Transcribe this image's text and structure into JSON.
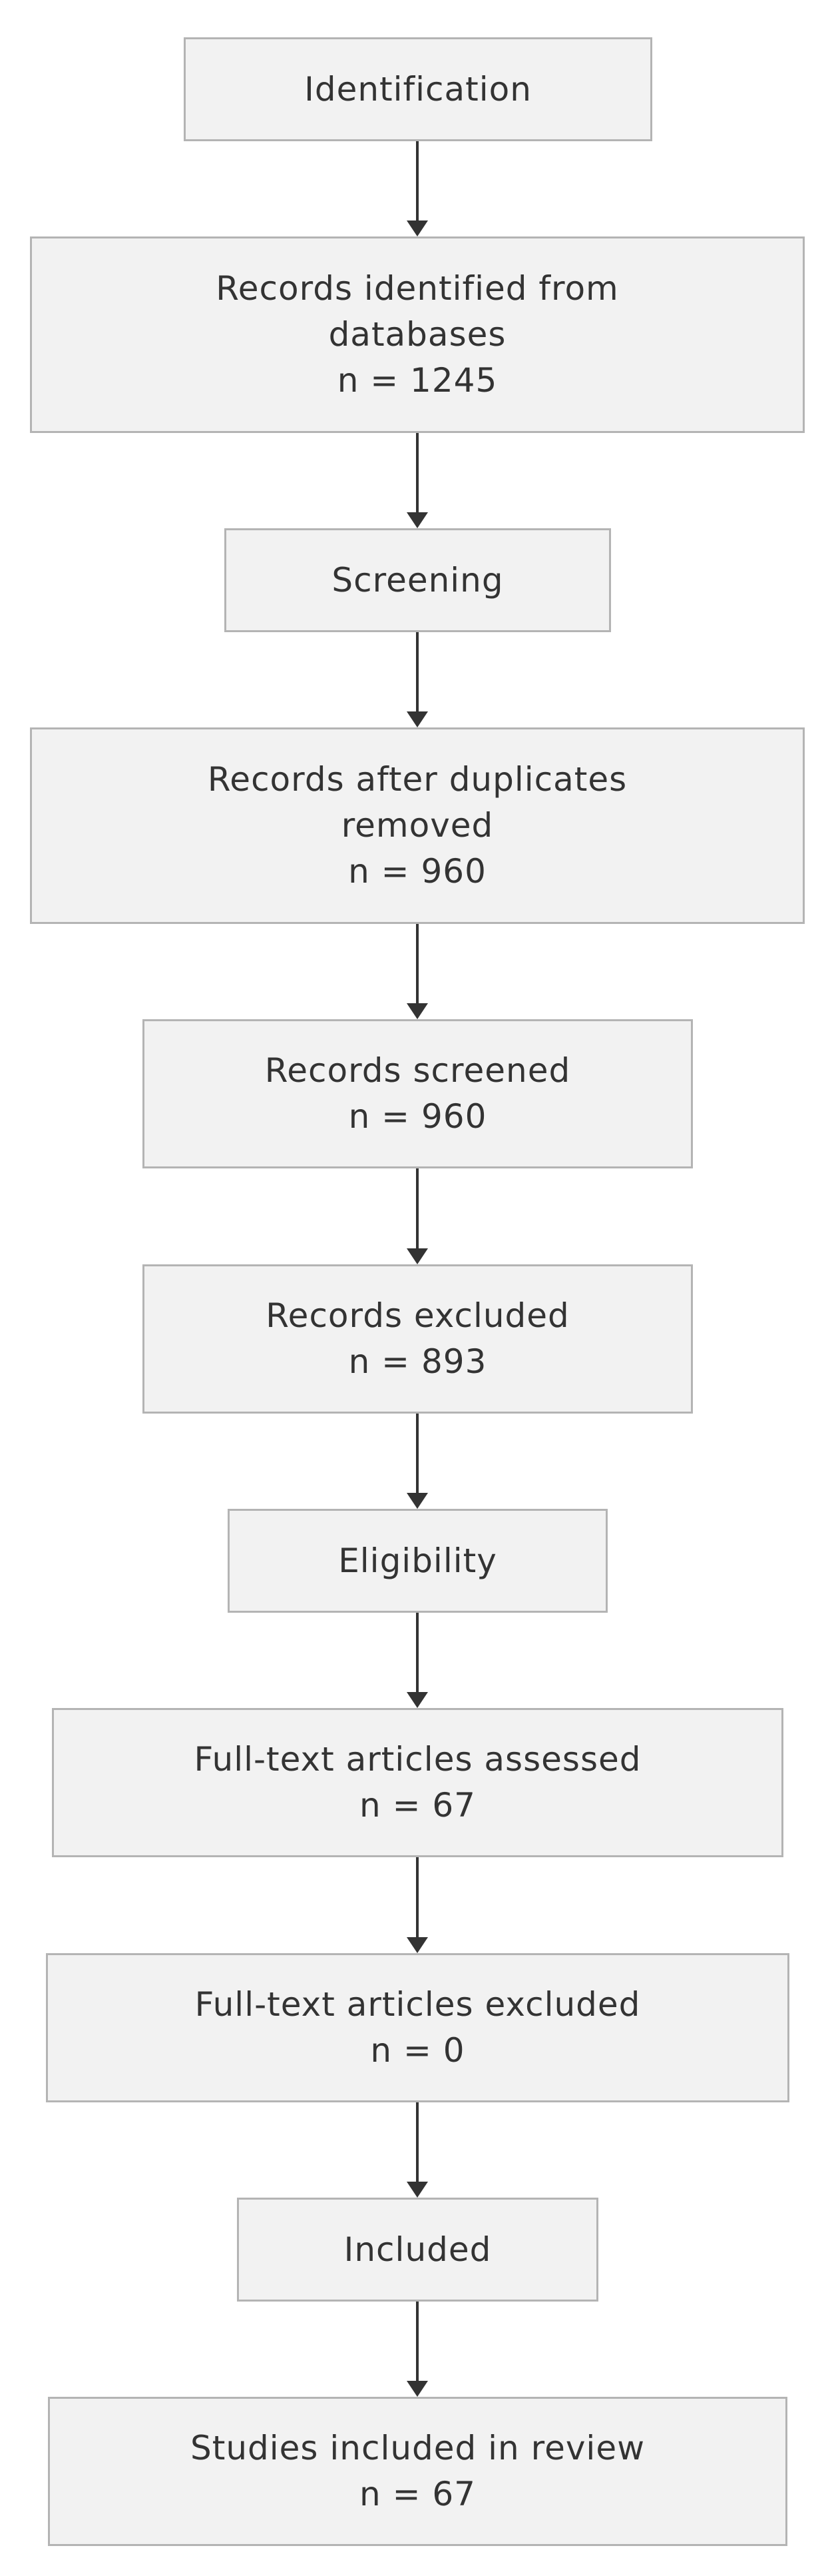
{
  "nodes": [
    {
      "id": "identification",
      "lines": [
        "Identification"
      ]
    },
    {
      "id": "records-identified",
      "lines": [
        "Records identified from",
        "databases",
        "n = 1245"
      ]
    },
    {
      "id": "screening",
      "lines": [
        "Screening"
      ]
    },
    {
      "id": "records-after-duplicates",
      "lines": [
        "Records after duplicates",
        "removed",
        "n = 960"
      ]
    },
    {
      "id": "records-screened",
      "lines": [
        "Records screened",
        "n = 960"
      ]
    },
    {
      "id": "records-excluded",
      "lines": [
        "Records excluded",
        "n = 893"
      ]
    },
    {
      "id": "eligibility",
      "lines": [
        "Eligibility"
      ]
    },
    {
      "id": "full-text-assessed",
      "lines": [
        "Full-text articles assessed",
        "n = 67"
      ]
    },
    {
      "id": "full-text-excluded",
      "lines": [
        "Full-text articles excluded",
        "n = 0"
      ]
    },
    {
      "id": "included",
      "lines": [
        "Included"
      ]
    },
    {
      "id": "studies-included",
      "lines": [
        "Studies included in review",
        "n = 67"
      ]
    }
  ]
}
